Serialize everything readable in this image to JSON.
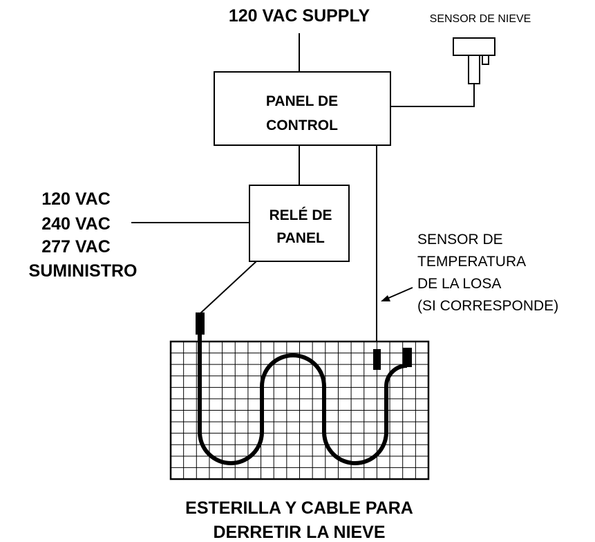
{
  "supply_label": "120 VAC SUPPLY",
  "snow_sensor_label": "SENSOR DE NIEVE",
  "control_panel": {
    "line1": "PANEL DE",
    "line2": "CONTROL"
  },
  "panel_relay": {
    "line1": "RELÉ DE",
    "line2": "PANEL"
  },
  "relay_supply": {
    "line1": "120 VAC",
    "line2": "240 VAC",
    "line3": "277 VAC",
    "line4": "SUMINISTRO"
  },
  "slab_sensor": {
    "line1": "SENSOR DE",
    "line2": "TEMPERATURA",
    "line3": "DE LA LOSA",
    "line4": "(SI CORRESPONDE)"
  },
  "mat_caption": {
    "line1": "ESTERILLA Y CABLE PARA",
    "line2": "DERRETIR LA NIEVE"
  },
  "colors": {
    "line": "#000000",
    "background": "#ffffff"
  }
}
